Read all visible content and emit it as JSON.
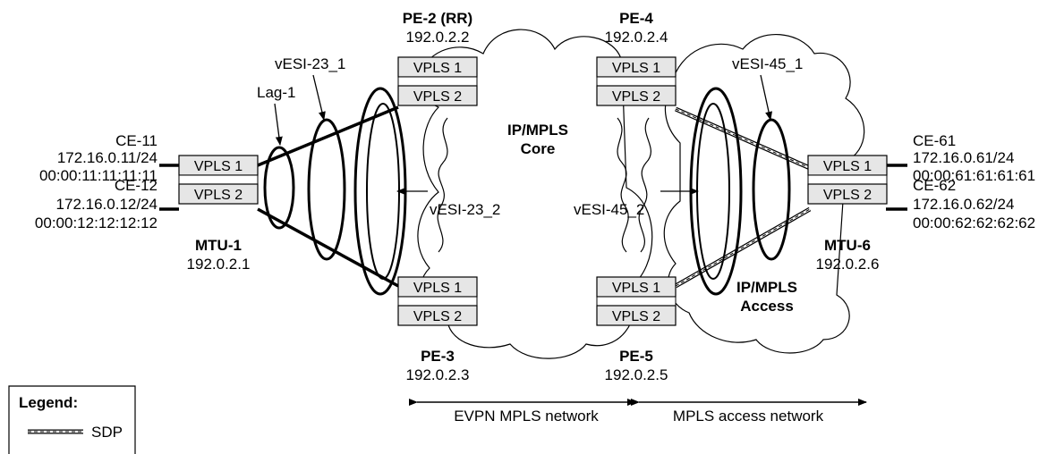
{
  "nodes": {
    "pe2": {
      "name": "PE-2 (RR)",
      "ip": "192.0.2.2"
    },
    "pe4": {
      "name": "PE-4",
      "ip": "192.0.2.4"
    },
    "pe3": {
      "name": "PE-3",
      "ip": "192.0.2.3"
    },
    "pe5": {
      "name": "PE-5",
      "ip": "192.0.2.5"
    },
    "mtu1": {
      "name": "MTU-1",
      "ip": "192.0.2.1"
    },
    "mtu6": {
      "name": "MTU-6",
      "ip": "192.0.2.6"
    }
  },
  "vpls": {
    "one": "VPLS 1",
    "two": "VPLS 2"
  },
  "ce": {
    "ce11": {
      "name": "CE-11",
      "ip": "172.16.0.11/24",
      "mac": "00:00:11:11:11:11"
    },
    "ce12": {
      "name": "CE-12",
      "ip": "172.16.0.12/24",
      "mac": "00:00:12:12:12:12"
    },
    "ce61": {
      "name": "CE-61",
      "ip": "172.16.0.61/24",
      "mac": "00:00:61:61:61:61"
    },
    "ce62": {
      "name": "CE-62",
      "ip": "172.16.0.62/24",
      "mac": "00:00:62:62:62:62"
    }
  },
  "labels": {
    "lag1": "Lag-1",
    "vesi23_1": "vESI-23_1",
    "vesi23_2": "vESI-23_2",
    "vesi45_1": "vESI-45_1",
    "vesi45_2": "vESI-45_2",
    "core_line1": "IP/MPLS",
    "core_line2": "Core",
    "access_line1": "IP/MPLS",
    "access_line2": "Access"
  },
  "networks": {
    "evpn": "EVPN MPLS network",
    "access": "MPLS access network"
  },
  "legend": {
    "title": "Legend:",
    "sdp": "SDP"
  }
}
